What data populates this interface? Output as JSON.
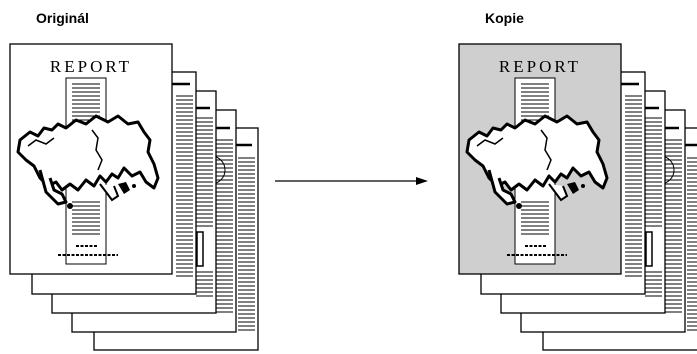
{
  "labels": {
    "original": "Originál",
    "copy": "Kopie"
  },
  "document_title": "REPORT",
  "copy_fill": "#cfcfcf",
  "arrow_icon": "right-arrow-icon"
}
